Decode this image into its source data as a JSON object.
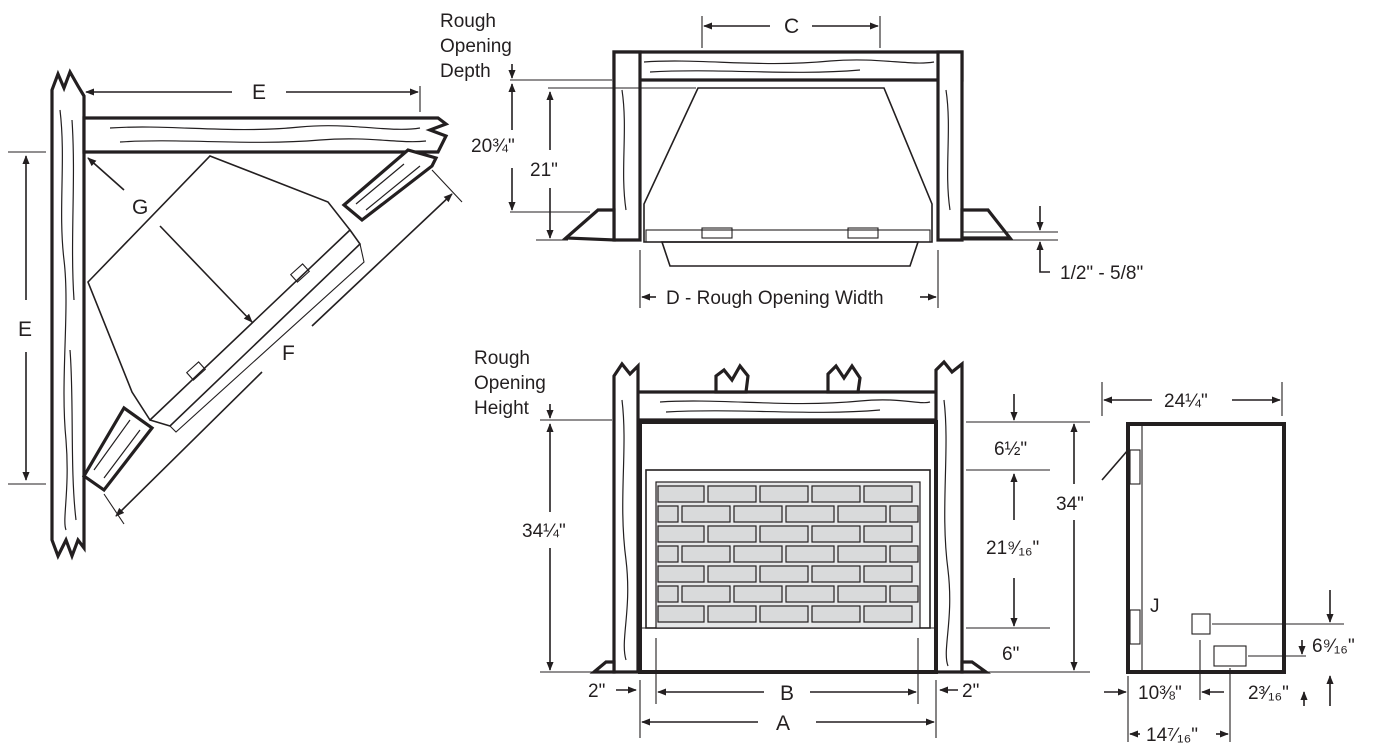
{
  "labels": {
    "rough_opening_depth": [
      "Rough",
      "Opening",
      "Depth"
    ],
    "rough_opening_height": [
      "Rough",
      "Opening",
      "Height"
    ],
    "dim_a": "A",
    "dim_b": "B",
    "dim_c": "C",
    "dim_d": "D - Rough Opening Width",
    "dim_e_top": "E",
    "dim_e_side": "E",
    "dim_f": "F",
    "dim_g": "G",
    "dim_j": "J",
    "depth_20_3_4": "20¾\"",
    "depth_21": "21\"",
    "flush_gap": "1/2\" - 5/8\"",
    "height_34_1_4": "34¼\"",
    "side_2_left": "2\"",
    "side_2_right": "2\"",
    "top_6_1_2": "6½\"",
    "opening_21_9_16": "21⁹⁄₁₆\"",
    "base_6": "6\"",
    "overall_34": "34\"",
    "side_width_24_1_4": "24¼\"",
    "gas_6_9_16": "6⁹⁄₁₆\"",
    "gas_10_3_8": "10⅜\"",
    "gas_2_3_16": "2³⁄₁₆\"",
    "gas_14_7_16": "14⁷⁄₁₆\""
  }
}
